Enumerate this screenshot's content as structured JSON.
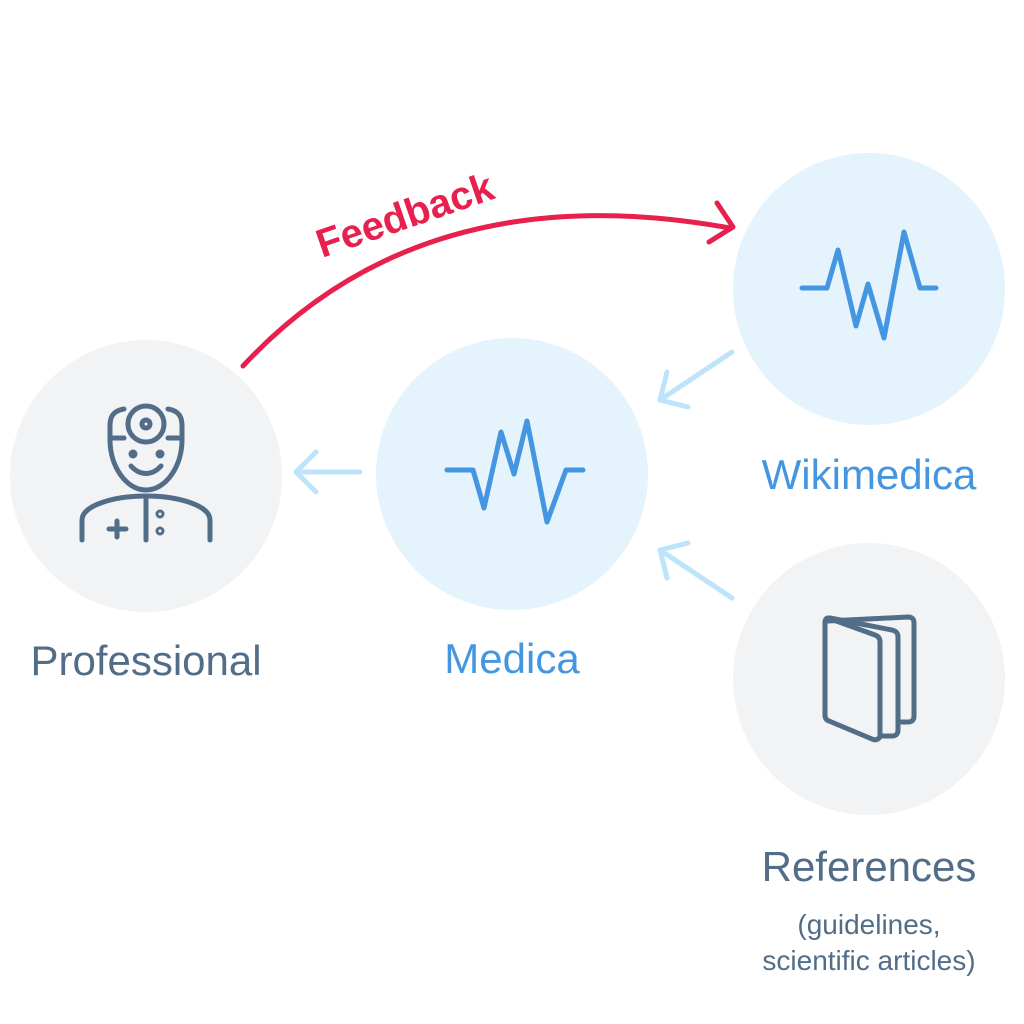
{
  "nodes": {
    "professional": {
      "label": "Professional",
      "icon": "doctor-icon"
    },
    "medica": {
      "label": "Medica",
      "icon": "pulse-icon"
    },
    "wikimedica": {
      "label": "Wikimedica",
      "icon": "pulse-icon"
    },
    "references": {
      "label": "References",
      "sublabel_line1": "(guidelines,",
      "sublabel_line2": "scientific articles)",
      "icon": "book-icon"
    }
  },
  "edges": {
    "feedback": {
      "label": "Feedback",
      "from": "Professional",
      "to": "Wikimedica"
    },
    "wikimedica_to_medica": {
      "from": "Wikimedica",
      "to": "Medica"
    },
    "references_to_medica": {
      "from": "References",
      "to": "Medica"
    },
    "medica_to_professional": {
      "from": "Medica",
      "to": "Professional"
    }
  },
  "colors": {
    "feedback": "#e8204d",
    "flow_arrow": "#bde4fa",
    "icon_dark": "#526d88",
    "icon_blue": "#4596e0",
    "node_grey": "#f2f3f5",
    "node_blue": "#e4f3fc"
  }
}
